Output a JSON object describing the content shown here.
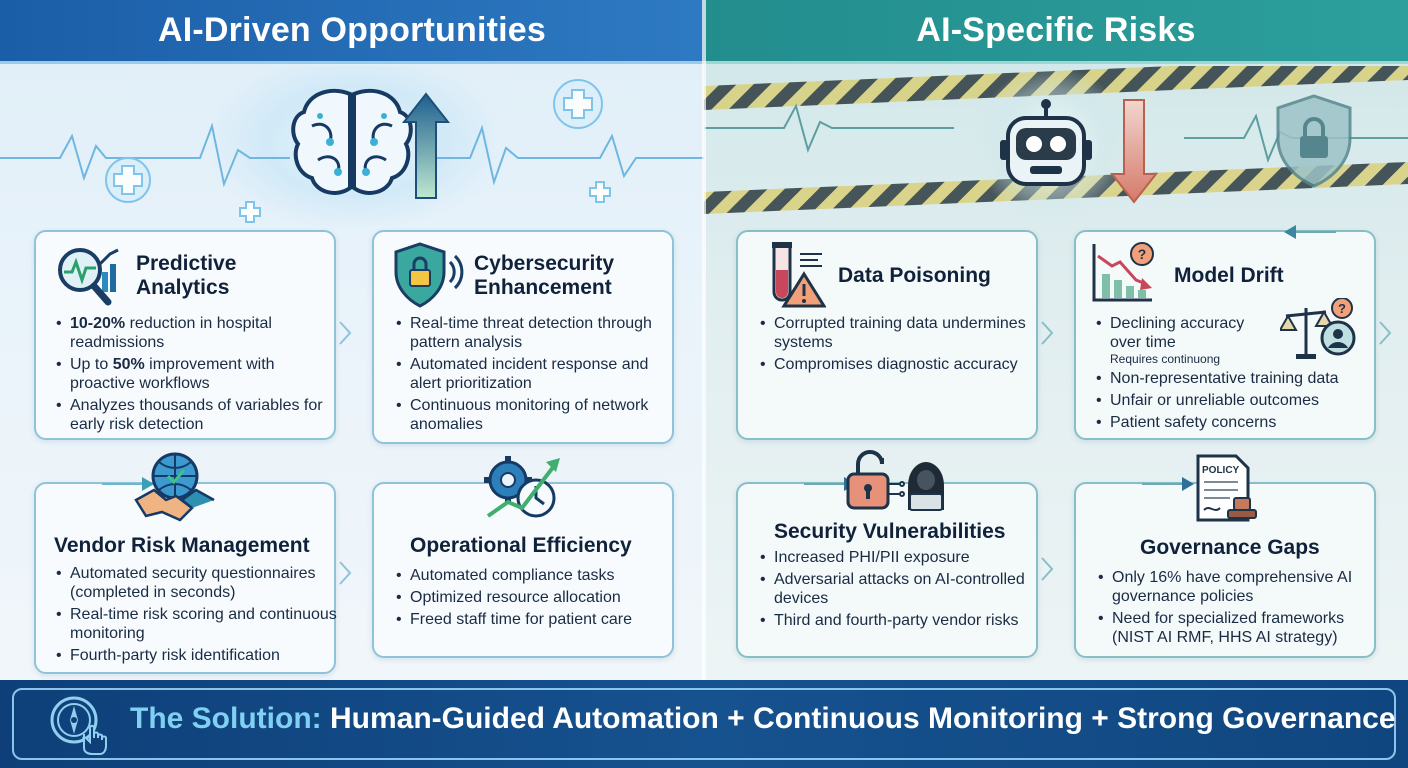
{
  "left": {
    "title": "AI-Driven Opportunities",
    "cards": [
      {
        "title_line1": "Predictive",
        "title_line2": "Analytics",
        "bullets": [
          {
            "bold": "10-20%",
            "rest": " reduction in hospital readmissions"
          },
          {
            "pre": "Up to ",
            "bold": "50%",
            "rest": " improvement with proactive workflows"
          },
          {
            "text": "Analyzes thousands of variables for early risk detection"
          }
        ]
      },
      {
        "title_line1": "Cybersecurity",
        "title_line2": "Enhancement",
        "bullets": [
          "Real-time threat detection through pattern analysis",
          "Automated incident response and alert prioritization",
          "Continuous monitoring of network anomalies"
        ]
      },
      {
        "title": "Vendor Risk Management",
        "bullets": [
          "Automated security questionnaires (completed in seconds)",
          "Real-time risk scoring and continuous monitoring",
          "Fourth-party risk identification"
        ]
      },
      {
        "title": "Operational Efficiency",
        "bullets": [
          "Automated compliance tasks",
          "Optimized resource allocation",
          "Freed staff time for patient care"
        ]
      }
    ]
  },
  "right": {
    "title": "AI-Specific Risks",
    "cards": [
      {
        "title": "Data Poisoning",
        "bullets": [
          "Corrupted training data undermines systems",
          "Compromises diagnostic accuracy"
        ]
      },
      {
        "title": "Model Drift",
        "bullets": [
          "Declining accuracy over time",
          "Non-representative training data",
          "Unfair or unreliable outcomes",
          "Patient safety concerns"
        ],
        "subnote": "Requires continuong"
      },
      {
        "title": "Security Vulnerabilities",
        "bullets": [
          "Increased PHI/PII exposure",
          "Adversarial attacks on AI-controlled devices",
          "Third and fourth-party vendor risks"
        ]
      },
      {
        "title": "Governance Gaps",
        "policy_label": "POLICY",
        "bullets": [
          "Only 16% have comprehensive AI governance policies",
          "Need for specialized frameworks (NIST AI RMF, HHS AI strategy)"
        ]
      }
    ]
  },
  "footer": {
    "lead": "The Solution:",
    "rest": " Human-Guided Automation + Continuous Monitoring + Strong Governance"
  },
  "colors": {
    "left_header": "#1b5ea8",
    "right_header": "#238d8e",
    "footer": "#0e3f78",
    "accent_cyan": "#7fd0f2"
  },
  "icons": [
    "brain-icon",
    "up-arrow-icon",
    "medical-cross-icon",
    "robot-icon",
    "down-arrow-icon",
    "shield-lock-icon",
    "magnifier-chart-icon",
    "shield-signal-icon",
    "globe-handshake-icon",
    "gear-clock-icon",
    "test-tube-warning-icon",
    "declining-chart-icon",
    "scale-person-icon",
    "padlock-hacker-icon",
    "policy-document-icon",
    "compass-touch-icon"
  ]
}
